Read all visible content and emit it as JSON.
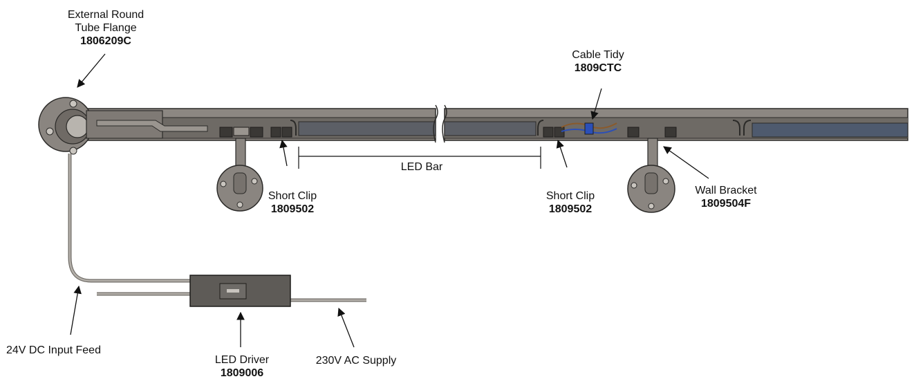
{
  "labels": {
    "flange": {
      "name_line1": "External Round",
      "name_line2": "Tube Flange",
      "code": "1806209C"
    },
    "cable_tidy": {
      "name": "Cable Tidy",
      "code": "1809CTC"
    },
    "led_bar": {
      "name": "LED Bar"
    },
    "short_clip_left": {
      "name": "Short Clip",
      "code": "1809502"
    },
    "short_clip_right": {
      "name": "Short Clip",
      "code": "1809502"
    },
    "wall_bracket": {
      "name": "Wall Bracket",
      "code": "1809504F"
    },
    "input_feed": {
      "name": "24V DC Input Feed"
    },
    "led_driver": {
      "name": "LED Driver",
      "code": "1809006"
    },
    "ac_supply": {
      "name": "230V AC Supply"
    }
  },
  "colors": {
    "tube_light": "#8a8580",
    "tube_dark": "#5a5651",
    "outline": "#2b2a28",
    "led_strip": "#4e5a6e",
    "wire_blue": "#2b4fb8",
    "wire_brown": "#8a5a2b"
  }
}
